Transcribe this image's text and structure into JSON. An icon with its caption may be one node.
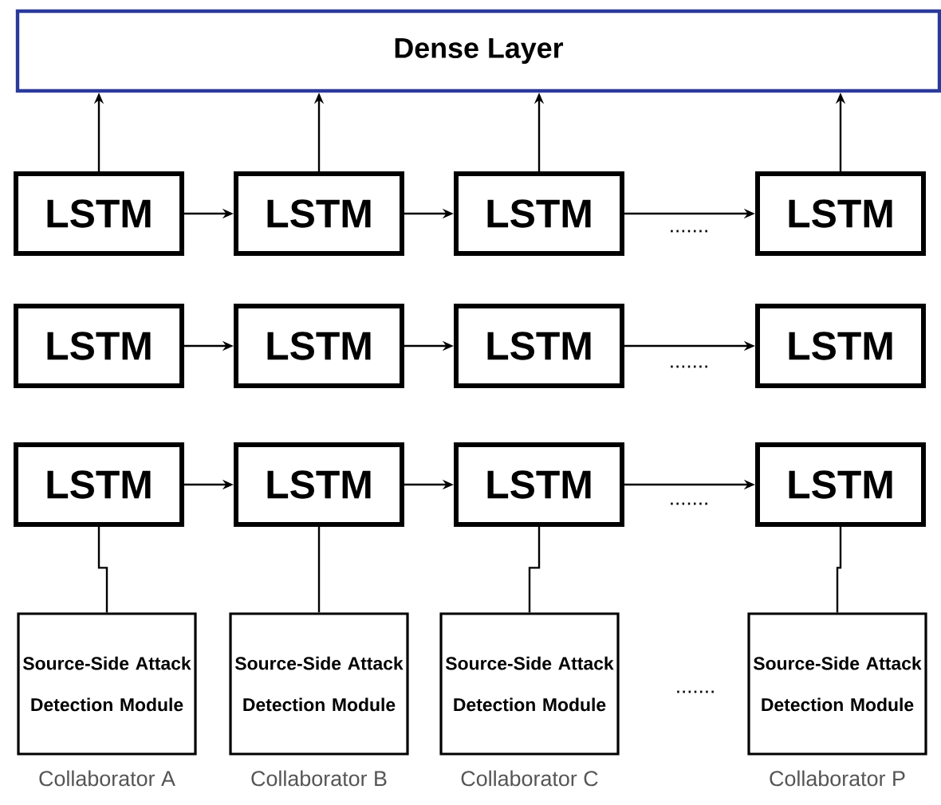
{
  "diagram": {
    "nodes": [
      {
        "text": [
          "Dense Layer"
        ]
      },
      {
        "text": [
          "LSTM"
        ]
      },
      {
        "text": [
          "LSTM"
        ]
      },
      {
        "text": [
          "LSTM"
        ]
      },
      {
        "text": [
          "LSTM"
        ]
      },
      {
        "text": [
          "LSTM"
        ]
      },
      {
        "text": [
          "LSTM"
        ]
      },
      {
        "text": [
          "LSTM"
        ]
      },
      {
        "text": [
          "LSTM"
        ]
      },
      {
        "text": [
          "LSTM"
        ]
      },
      {
        "text": [
          "LSTM"
        ]
      },
      {
        "text": [
          "LSTM"
        ]
      },
      {
        "text": [
          "LSTM"
        ]
      },
      {
        "text": [
          "Source-Side Attack Detection Module"
        ],
        "beside": [
          "Collaborator A"
        ]
      },
      {
        "text": [
          "Source-Side Attack Detection Module"
        ],
        "beside": [
          "Collaborator B"
        ]
      },
      {
        "text": [
          "Source-Side Attack Detection Module"
        ],
        "beside": [
          "Collaborator C"
        ]
      },
      {
        "text": [
          "Source-Side Attack Detection Module"
        ],
        "beside": [
          "Collaborator P"
        ]
      }
    ],
    "edges": [
      {
        "from": 1,
        "to": 0,
        "arrow": "to"
      },
      {
        "from": 2,
        "to": 0,
        "arrow": "to"
      },
      {
        "from": 3,
        "to": 0,
        "arrow": "to"
      },
      {
        "from": 4,
        "to": 0,
        "arrow": "to"
      },
      {
        "from": 1,
        "to": 2,
        "arrow": "to"
      },
      {
        "from": 2,
        "to": 3,
        "arrow": "to"
      },
      {
        "from": 3,
        "to": 4,
        "arrow": "to"
      },
      {
        "from": 5,
        "to": 6,
        "arrow": "to"
      },
      {
        "from": 6,
        "to": 7,
        "arrow": "to"
      },
      {
        "from": 7,
        "to": 8,
        "arrow": "to"
      },
      {
        "from": 9,
        "to": 10,
        "arrow": "to"
      },
      {
        "from": 10,
        "to": 11,
        "arrow": "to"
      },
      {
        "from": 11,
        "to": 12,
        "arrow": "to"
      },
      {
        "from": 13,
        "to": 9,
        "arrow": "none"
      },
      {
        "from": 14,
        "to": 10,
        "arrow": "none"
      },
      {
        "from": 15,
        "to": 11,
        "arrow": "none"
      },
      {
        "from": 16,
        "to": 12,
        "arrow": "none"
      }
    ],
    "labels": [
      ".......",
      ".......",
      ".......",
      "......."
    ]
  }
}
